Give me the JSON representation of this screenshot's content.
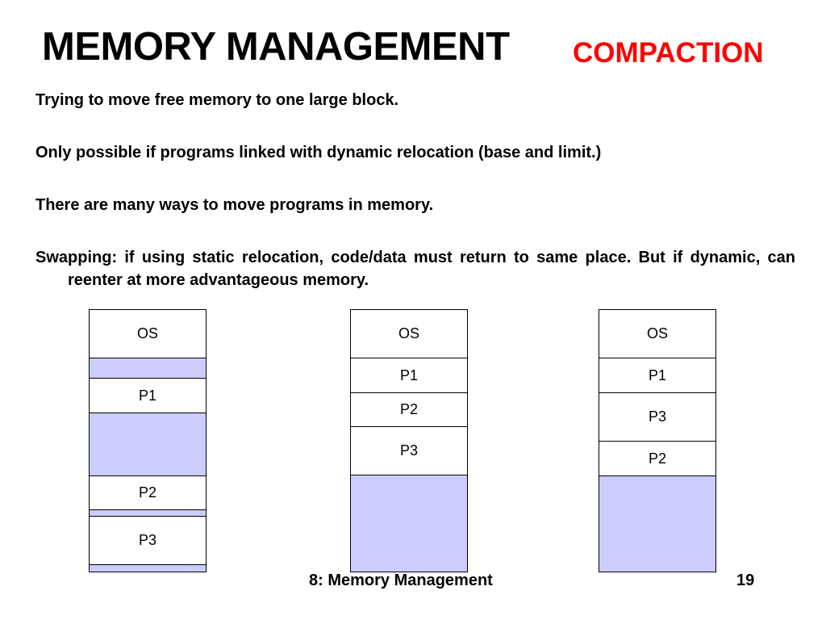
{
  "slide": {
    "title": "MEMORY MANAGEMENT",
    "subtitle": "COMPACTION",
    "subtitle_color": "#ff0000",
    "bullets": [
      "Trying to move free memory to one large block.",
      "Only possible if programs linked with dynamic relocation (base and limit.)",
      "There are many ways to move programs in memory.",
      "Swapping: if using static relocation, code/data must return to same place. But if dynamic, can reenter at more advantageous memory."
    ]
  },
  "diagrams": {
    "free_color": "#ccccff",
    "before": {
      "os": "OS",
      "p1": "P1",
      "p2": "P2",
      "p3": "P3"
    },
    "compacted_one": {
      "os": "OS",
      "p1": "P1",
      "p2": "P2",
      "p3": "P3"
    },
    "compacted_two": {
      "os": "OS",
      "p1": "P1",
      "p3": "P3",
      "p2": "P2"
    }
  },
  "footer": {
    "course_title": "8: Memory Management",
    "page_number": "19"
  }
}
